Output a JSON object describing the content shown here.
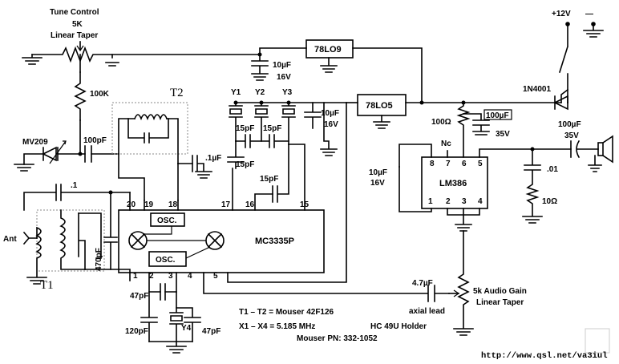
{
  "labels": {
    "tune_control": "Tune Control",
    "pot_value": "5K",
    "pot_taper": "Linear Taper",
    "res_100k": "100K",
    "varactor": "MV209",
    "cap_100pf": "100pF",
    "t2": "T2",
    "t1": "T1",
    "cap_1uf": ".1µF",
    "cap_01": ".1",
    "ant": "Ant",
    "cap_470pf": "470pF",
    "reg_9": "78LO9",
    "reg_5": "78LO5",
    "cap_10uf_top": "10µF",
    "v_16_top": "16V",
    "cap_10uf_mid": "10µF",
    "v_16_mid": "16V",
    "y1": "Y1",
    "y2": "Y2",
    "y3": "Y3",
    "y4": "Y4",
    "cap_15pf_a": "15pF",
    "cap_15pf_b": "15pF",
    "cap_15pf_c": "15pF",
    "cap_15pf_d": "15pF",
    "mc_chip": "MC3335P",
    "osc_top": "OSC.",
    "osc_bottom": "OSC.",
    "pin_20": "20",
    "pin_19": "19",
    "pin_18": "18",
    "pin_17": "17",
    "pin_16": "16",
    "pin_15": "15",
    "pin_1": "1",
    "pin_2": "2",
    "pin_3": "3",
    "pin_4": "4",
    "pin_5": "5",
    "supply": "+12V",
    "diode": "1N4001",
    "res_100ohm": "100Ω",
    "cap_100uf_a": "100µF",
    "v_35_a": "35V",
    "cap_100uf_b": "100µF",
    "v_35_b": "35V",
    "nc": "Nc",
    "lm_chip": "LM386",
    "lm_p8": "8",
    "lm_p7": "7",
    "lm_p6": "6",
    "lm_p5": "5",
    "lm_p1": "1",
    "lm_p2": "2",
    "lm_p3": "3",
    "lm_p4": "4",
    "cap_10uf_lm": "10µF",
    "v_16_lm": "16V",
    "cap_01_out": ".01",
    "res_10ohm": "10Ω",
    "cap_47uf": "4.7µF",
    "axial_lead": "axial lead",
    "audio_gain": "5k Audio Gain",
    "audio_taper": "Linear Taper",
    "cap_47pf_a": "47pF",
    "cap_47pf_b": "47pF",
    "cap_120pf": "120pF"
  },
  "notes": {
    "line1": "T1 – T2 = Mouser 42F126",
    "line2": "X1 – X4 = 5.185 MHz",
    "line2b": "HC 49U Holder",
    "line3": "Mouser PN: 332-1052"
  },
  "footer": {
    "url": "http://www.qsl.net/va3iul"
  }
}
